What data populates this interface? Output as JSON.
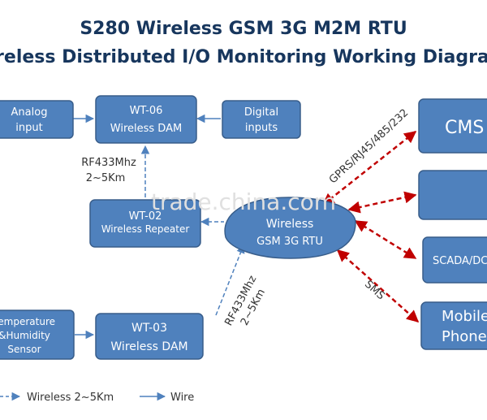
{
  "title_line1": "S280 Wireless GSM 3G M2M RTU",
  "title_line2": "Wireless Distributed I/O Monitoring Working Diagram",
  "nodes": {
    "analog_input": [
      "Analog",
      "input"
    ],
    "wt06": [
      "WT-06",
      "Wireless  DAM"
    ],
    "digital_inputs": [
      "Digital",
      "inputs"
    ],
    "wt02": [
      "WT-02",
      "Wireless  Repeater"
    ],
    "rtu": [
      "Wireless",
      "GSM 3G RTU"
    ],
    "temp_sensor": [
      "Temperature",
      "&Humidity",
      "Sensor"
    ],
    "wt03": [
      "WT-03",
      "Wireless  DAM"
    ],
    "cms": [
      "CMS"
    ],
    "scada": [
      "SCADA/DCS"
    ],
    "mobile": [
      "Mobile",
      "Phone"
    ]
  },
  "link_labels": {
    "rf_top": [
      "RF433Mhz",
      "2~5Km"
    ],
    "rf_bottom": [
      "RF433Mhz",
      "2~5Km"
    ],
    "gprs": "GPRS/RJ45/485/232",
    "sms": "SMS"
  },
  "legend": {
    "wireless": "Wireless 2~5Km",
    "wire": "Wire"
  },
  "watermark": "trade.china.com",
  "colors": {
    "box_fill": "#4f81bd",
    "box_stroke": "#385d8a",
    "wire_line": "#4f81bd",
    "network_link": "#c00000",
    "title": "#17365d"
  }
}
